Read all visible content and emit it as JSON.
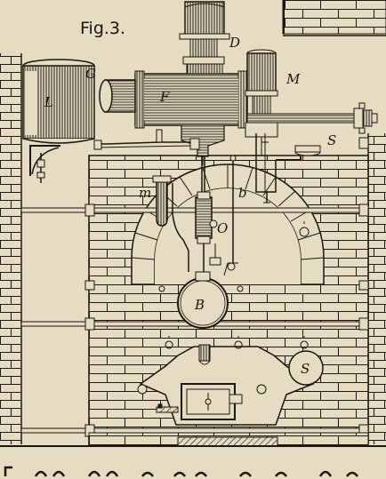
{
  "figure": {
    "title": "Fig.3.",
    "labels": {
      "D": "D",
      "G": "G",
      "L": "L",
      "F": "F",
      "M": "M",
      "S_top": "S",
      "m": "m",
      "b": "b",
      "O": "O",
      "B": "B",
      "S_door": "S"
    }
  },
  "colors": {
    "paper": "#e6dcc2",
    "ink": "#1a1610"
  }
}
